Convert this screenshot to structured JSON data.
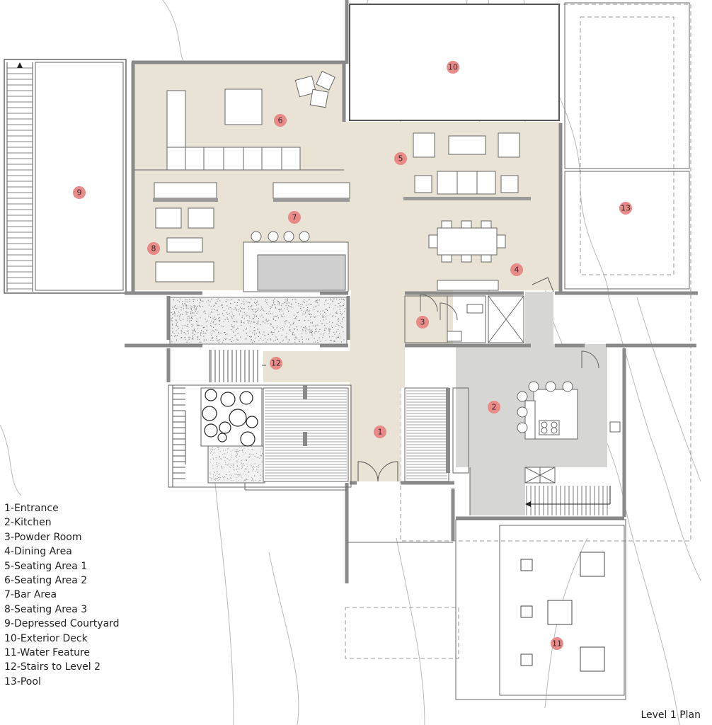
{
  "plan_title": "Level 1 Plan",
  "legend": [
    "1-Entrance",
    "2-Kitchen",
    "3-Powder Room",
    "4-Dining Area",
    "5-Seating Area 1",
    "6-Seating Area 2",
    "7-Bar Area",
    "8-Seating Area 3",
    "9-Depressed Courtyard",
    "10-Exterior Deck",
    "11-Water Feature",
    "12-Stairs to Level 2",
    "13-Pool"
  ],
  "room_markers": [
    "1",
    "2",
    "3",
    "4",
    "5",
    "6",
    "7",
    "8",
    "9",
    "10",
    "11",
    "12",
    "13"
  ],
  "colors": {
    "floor_living": "#e9e3d6",
    "floor_kitchen": "#d6d6d4",
    "wall": "#8a8a8a",
    "marker": "#e88a88",
    "line": "#555555"
  }
}
